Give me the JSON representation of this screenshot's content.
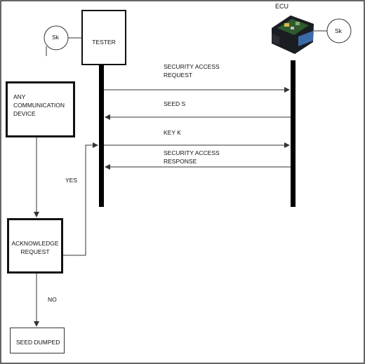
{
  "tester": {
    "label": "TESTER",
    "key_label": "Sk"
  },
  "ecu": {
    "label": "ECU",
    "key_label": "Sk"
  },
  "messages": [
    {
      "line1": "SECURITY ACCESS",
      "line2": "REQUEST",
      "direction": "to-ecu"
    },
    {
      "line1": "SEED S",
      "line2": "",
      "direction": "to-tester"
    },
    {
      "line1": "KEY K",
      "line2": "",
      "direction": "to-ecu"
    },
    {
      "line1": "SECURITY ACCESS",
      "line2": "RESPONSE",
      "direction": "to-tester"
    }
  ],
  "device": {
    "line1": "ANY",
    "line2": "COMMUNICATION",
    "line3": "DEVICE"
  },
  "acknowledge": {
    "line1": "ACKNOWLEDGE",
    "line2": "REQUEST"
  },
  "seed_dumped": {
    "label": "SEED DUMPED"
  },
  "branch_yes": "YES",
  "branch_no": "NO"
}
